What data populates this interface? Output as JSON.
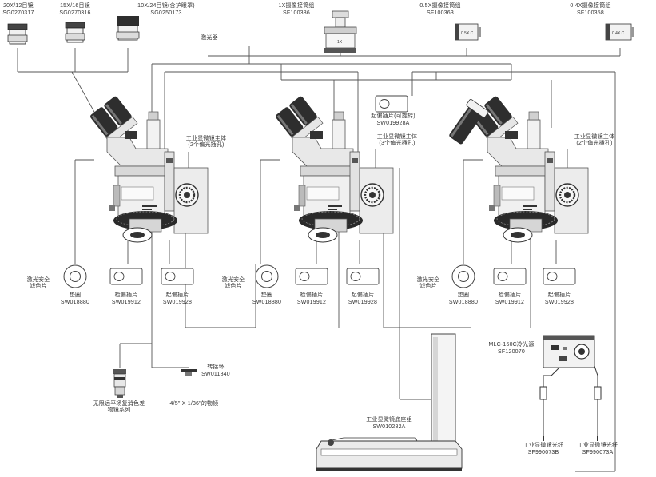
{
  "colors": {
    "line": "#555555",
    "body": "#dcdcdc",
    "dark": "#444444",
    "light": "#f4f4f4"
  },
  "eyepieces": [
    {
      "name": "20X/12目镜",
      "code": "SG0270317"
    },
    {
      "name": "15X/16目镜",
      "code": "SG0270316"
    },
    {
      "name": "10X/24目镜(含护眼罩)",
      "code": "SG0250173"
    }
  ],
  "adapters": [
    {
      "name": "1X摄像接筒组",
      "code": "SF100386",
      "tag": "1X"
    },
    {
      "name": "0.5X摄像接筒组",
      "code": "SF100363",
      "tag": "0.5X C"
    },
    {
      "name": "0.4X摄像接筒组",
      "code": "SF100358",
      "tag": "0.4X C"
    }
  ],
  "laser_label": "激光器",
  "body_label_1": "工业显微镜主体\n(2个偏光插孔)",
  "body_label_2": "工业显微镜主体\n(3个偏光插孔)",
  "body_label_3": "工业显微镜主体\n(2个偏光插孔)",
  "rotatable_analyzer": {
    "name": "起偏插片(可旋转)",
    "code": "SW019928A"
  },
  "filter_groups": [
    {
      "safety": "激光安全\n滤色片",
      "aperture": {
        "name": "垫圈",
        "code": "SW018880"
      },
      "analyzer": {
        "name": "检偏插片",
        "code": "SW019912"
      },
      "polarizer": {
        "name": "起偏插片",
        "code": "SW019928"
      }
    },
    {
      "safety": "激光安全\n滤色片",
      "aperture": {
        "name": "垫圈",
        "code": "SW018880"
      },
      "analyzer": {
        "name": "检偏插片",
        "code": "SW019912"
      },
      "polarizer": {
        "name": "起偏插片",
        "code": "SW019928"
      }
    },
    {
      "safety": "激光安全\n滤色片",
      "aperture": {
        "name": "垫圈",
        "code": "SW018880"
      },
      "analyzer": {
        "name": "检偏插片",
        "code": "SW019912"
      },
      "polarizer": {
        "name": "起偏插片",
        "code": "SW019928"
      }
    }
  ],
  "adapter_ring": {
    "name": "转接环",
    "code": "SW011840"
  },
  "objective_series": "无限远平场复消色差\n物镜系列",
  "thread_objective": "4/5\" X 1/36\"的物镜",
  "stand": {
    "name": "工业显微镜底座组",
    "code": "SW010282A"
  },
  "light_source": {
    "name": "MLC-150C冷光源",
    "code": "SF120070"
  },
  "fibers": [
    {
      "name": "工业显微镜光纤",
      "code": "SF990073B"
    },
    {
      "name": "工业显微镜光纤",
      "code": "SF990073A"
    }
  ]
}
